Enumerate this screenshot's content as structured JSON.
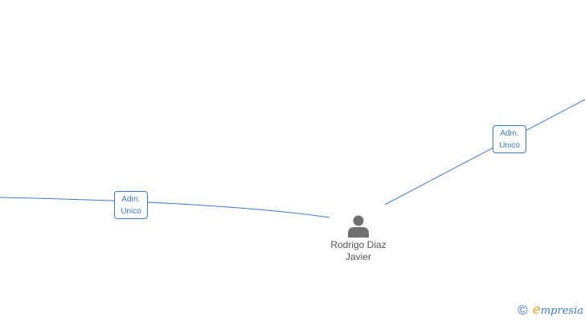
{
  "diagram": {
    "edges": [
      {
        "id": "edge-left",
        "label_line1": "Adm.",
        "label_line2": "Unico"
      },
      {
        "id": "edge-right",
        "label_line1": "Adm.",
        "label_line2": "Unico"
      }
    ],
    "center_node": {
      "name_line1": "Rodrigo Diaz",
      "name_line2": "Javier",
      "icon": "person-icon"
    }
  },
  "footer": {
    "copyright_symbol": "©",
    "brand_initial": "e",
    "brand_rest": "mpresia",
    "icon": "copyright-icon"
  },
  "colors": {
    "line": "#3a7bd5",
    "node_icon": "#707070",
    "node_text": "#555555",
    "brand_accent": "#f0a020"
  }
}
